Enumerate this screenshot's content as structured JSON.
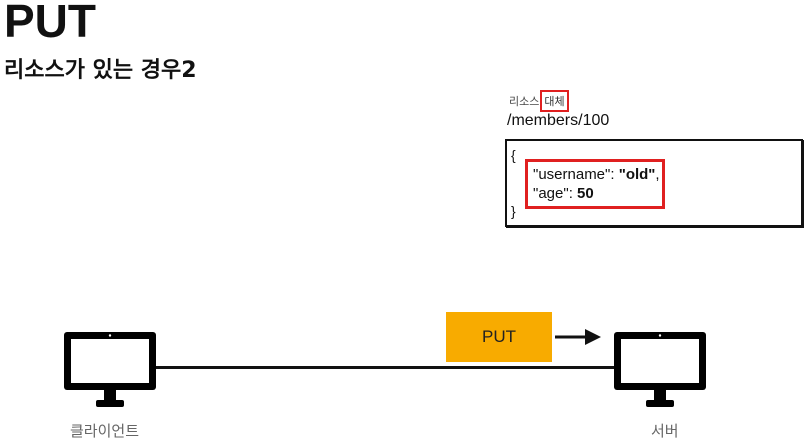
{
  "title": "PUT",
  "subtitle": "리소스가 있는 경우2",
  "resource": {
    "label_prefix": "리소스",
    "label_highlight": "대체",
    "path": "/members/100",
    "brace_open": "{",
    "brace_close": "}",
    "fields": [
      {
        "key": "\"username\"",
        "sep": ": ",
        "value": "\"old\"",
        "trail": ","
      },
      {
        "key": "\"age\"",
        "sep": ": ",
        "value": "50",
        "trail": ""
      }
    ]
  },
  "request": {
    "method_label": "PUT"
  },
  "nodes": {
    "client_label": "클라이언트",
    "server_label": "서버"
  },
  "colors": {
    "highlight_border": "#e02020",
    "method_box": "#f8ab00"
  },
  "icons": {
    "client": "monitor-icon",
    "server": "monitor-icon",
    "arrow": "arrow-right-icon"
  }
}
